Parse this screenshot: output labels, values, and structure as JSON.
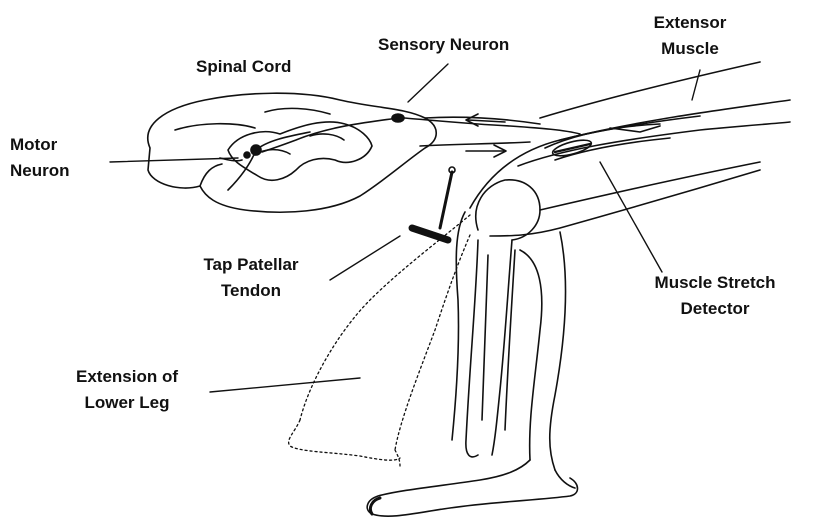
{
  "labels": {
    "spinal_cord": "Spinal Cord",
    "sensory_neuron": "Sensory Neuron",
    "extensor_line1": "Extensor",
    "extensor_line2": "Muscle",
    "motor_line1": "Motor",
    "motor_line2": "Neuron",
    "tap_line1": "Tap Patellar",
    "tap_line2": "Tendon",
    "stretch_line1": "Muscle Stretch",
    "stretch_line2": "Detector",
    "extension_line1": "Extension of",
    "extension_line2": "Lower Leg"
  },
  "colors": {
    "ink": "#111111",
    "background": "#ffffff"
  }
}
